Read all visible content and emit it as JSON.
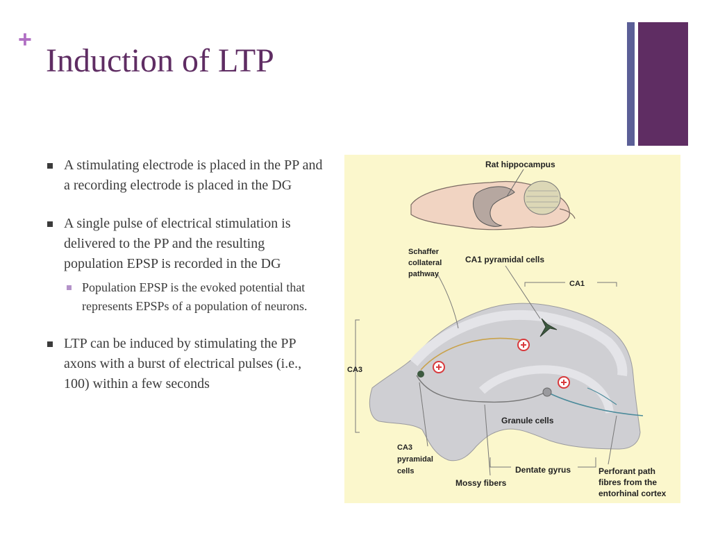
{
  "slide": {
    "plus": "+",
    "title": "Induction of LTP"
  },
  "bullets": [
    {
      "text": "A stimulating electrode is placed in the PP and a recording electrode is placed in the DG"
    },
    {
      "text": "A single pulse of electrical stimulation is delivered to the PP and the resulting population EPSP is recorded in the DG",
      "sub": "Population EPSP is the evoked potential that represents EPSPs of a population of neurons."
    },
    {
      "text": "LTP can be induced by stimulating the PP axons with a burst of electrical pulses (i.e., 100) within a few seconds"
    }
  ],
  "diagram": {
    "title": "Rat hippocampus",
    "schaffer_1": "Schaffer",
    "schaffer_2": "collateral",
    "schaffer_3": "pathway",
    "ca1_cells": "CA1 pyramidal cells",
    "ca1": "CA1",
    "ca3": "CA3",
    "granule": "Granule cells",
    "ca3_cells_1": "CA3",
    "ca3_cells_2": "pyramidal",
    "ca3_cells_3": "cells",
    "dentate": "Dentate gyrus",
    "mossy": "Mossy fibers",
    "perforant_1": "Perforant path",
    "perforant_2": "fibres from the",
    "perforant_3": "entorhinal cortex"
  },
  "colors": {
    "title": "#5f2d63",
    "accent_bar": "#5f2d63",
    "accent_bar_thin": "#5b5f97",
    "plus": "#b06fc3",
    "diagram_bg": "#fbf7cc",
    "electrode": "#d8393c"
  }
}
